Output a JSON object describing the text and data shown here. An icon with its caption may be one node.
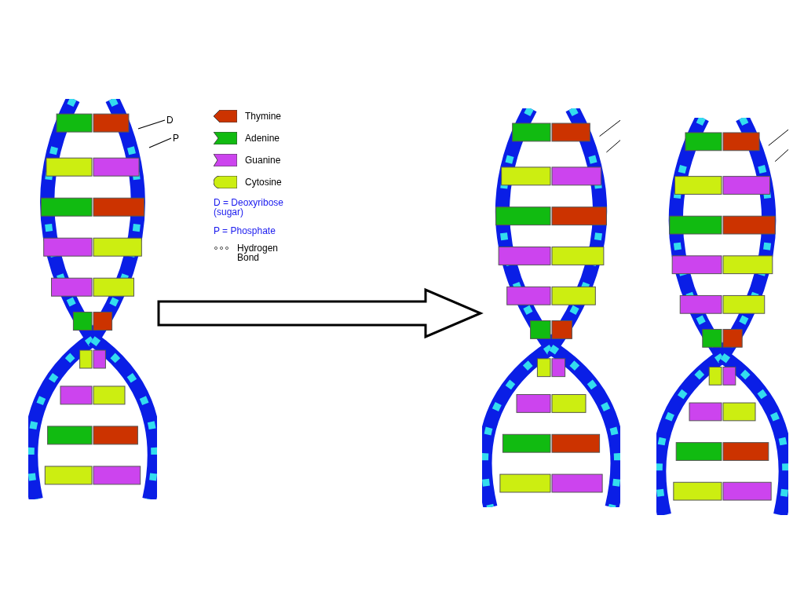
{
  "diagram": {
    "nodes": [
      {
        "text": [
          "D"
        ]
      },
      {
        "text": [
          "P"
        ]
      },
      {
        "text": [],
        "shape": "picture"
      },
      {
        "text": [],
        "shape": "picture"
      },
      {
        "text": [],
        "shape": "picture"
      }
    ],
    "edges": [
      {
        "from": 0,
        "to": 2,
        "arrow": "none"
      },
      {
        "from": 1,
        "to": 2,
        "arrow": "none"
      },
      {
        "from": 2,
        "to": 3,
        "arrow": "to"
      }
    ],
    "legend": [
      {
        "text": "Thymine",
        "color": "#cc3300"
      },
      {
        "text": "Adenine",
        "color": "#11bb11"
      },
      {
        "text": "Guanine",
        "color": "#cc44ee"
      },
      {
        "text": "Cytosine",
        "color": "#ccee11"
      },
      {
        "text": "D = Deoxyribose (sugar)"
      },
      {
        "text": "P = Phosphate"
      },
      {
        "text": "Hydrogen Bond"
      }
    ]
  }
}
